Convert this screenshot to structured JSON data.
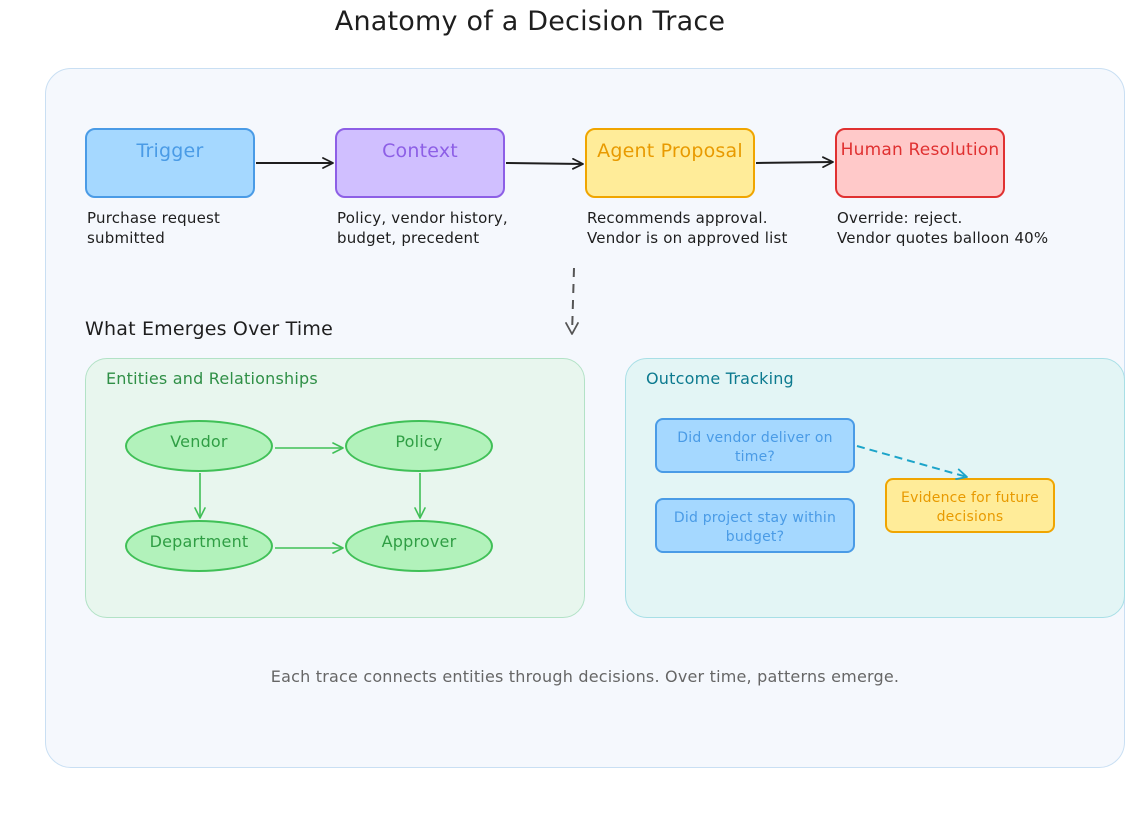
{
  "title": "Anatomy of a Decision Trace",
  "steps": {
    "trigger": {
      "label": "Trigger",
      "desc": "Purchase request\nsubmitted"
    },
    "context": {
      "label": "Context",
      "desc": "Policy, vendor history,\nbudget, precedent"
    },
    "agent": {
      "label": "Agent Proposal",
      "desc": "Recommends approval.\nVendor is on approved list"
    },
    "human": {
      "label": "Human Resolution",
      "desc": "Override: reject.\nVendor quotes balloon 40%"
    }
  },
  "emerges_heading": "What Emerges Over Time",
  "entities_panel": {
    "title": "Entities and Relationships",
    "nodes": {
      "vendor": "Vendor",
      "policy": "Policy",
      "department": "Department",
      "approver": "Approver"
    }
  },
  "outcome_panel": {
    "title": "Outcome Tracking",
    "vendor_delivery": "Did vendor deliver on time?",
    "project_budget": "Did project stay within budget?",
    "evidence": "Evidence for future decisions"
  },
  "footer": "Each trace connects entities through decisions. Over time, patterns emerge.",
  "colors": {
    "blue": "#a5d8ff",
    "purple": "#d0bfff",
    "yellow": "#ffec99",
    "red": "#ffc9c9",
    "green": "#b2f2bb",
    "teal_dash": "#1ca4c9"
  }
}
